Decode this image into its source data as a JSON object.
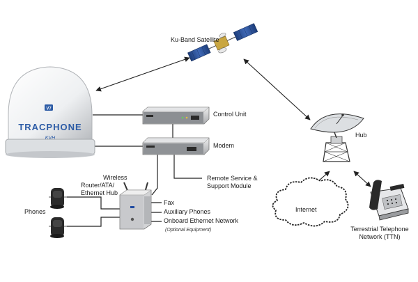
{
  "labels": {
    "satellite": "Ku-Band Satellite",
    "control_unit": "Control Unit",
    "modem": "Modem",
    "remote_service_line1": "Remote Service &",
    "remote_service_line2": "Support Module",
    "wireless_line1": "Wireless",
    "wireless_line2": "Router/ATA/",
    "wireless_line3": "Ethernet Hub",
    "phones": "Phones",
    "fax": "Fax",
    "aux_phones": "Auxiliary Phones",
    "onboard_network": "Onboard Ethernet Network",
    "optional_equipment": "(Optional Equipment)",
    "hub": "Hub",
    "internet": "Internet",
    "ttn_line1": "Terrestrial Telephone",
    "ttn_line2": "Network (TTN)"
  },
  "dome": {
    "brand": "TRACPHONE",
    "maker": "KVH",
    "model_badge": "V7"
  },
  "colors": {
    "line": "#222222",
    "dome": "#f2f4f6",
    "device": "#d9dadc",
    "dark": "#2a2a2a"
  }
}
